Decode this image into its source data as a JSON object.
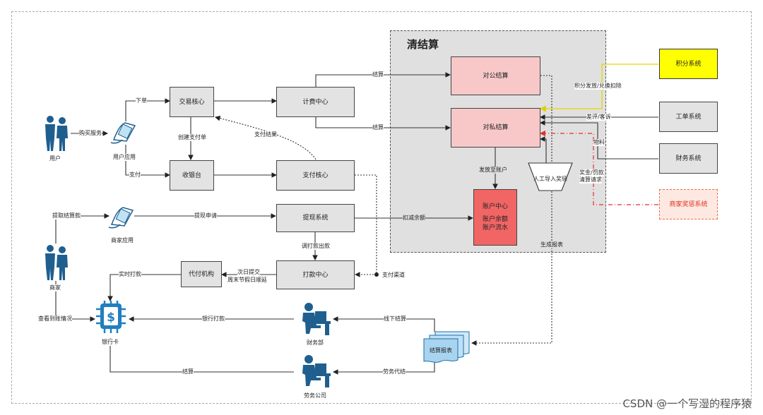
{
  "settlement": {
    "title": "清结算"
  },
  "boxes": {
    "trade_core": "交易核心",
    "billing_center": "计费中心",
    "cashier": "收银台",
    "payment_core": "支付核心",
    "withdraw_system": "提现系统",
    "payout_center": "打款中心",
    "agent": "代付机构",
    "public_settle": "对公结算",
    "private_settle": "对私结算",
    "account_center": "账户中心",
    "account_balance": "账户余额",
    "account_flow": "账户流水",
    "manual_import": "人工导入奖惩",
    "points_system": "积分系统",
    "ticket_system": "工单系统",
    "finance_system": "财务系统",
    "merchant_reward_system": "商家奖惩系统"
  },
  "nodes": {
    "user": "用户",
    "user_app": "用户应用",
    "merchant_app": "商家应用",
    "merchant": "商家",
    "bank_card": "银行卡",
    "finance_dept": "财务部",
    "labor_company": "劳务公司",
    "settle_report": "结算报表"
  },
  "edges": {
    "buy_service": "购买服务",
    "place_order": "下单",
    "pay": "支付",
    "create_pay_order": "创建支付单",
    "pay_result": "支付结果",
    "settle_top": "结算",
    "settle_mid": "结算",
    "withdraw_funds": "提取结算款",
    "withdraw_apply": "提现申请",
    "deduct_balance": "扣减余额",
    "call_payout": "调打款出款",
    "next_day_1": "次日提交",
    "next_day_2": "周末节假日顺延",
    "realtime_payout": "实时打款",
    "payment_channel": "支付渠道",
    "check_account": "查看到账情况",
    "bank_transfer": "银行打款",
    "offline_settle": "线下结算",
    "labor_agent": "劳务代结",
    "settle_bottom": "结算",
    "issue_to_account": "发放至账户",
    "gen_report": "生成报表",
    "points_issue": "积分发放/兑换扣除",
    "review_complaint": "差评/客诉",
    "materials": "物料",
    "reward_penalty_1": "奖金/罚款",
    "reward_penalty_2": "清算请求"
  },
  "watermark": "CSDN @一个写湿的程序猿"
}
